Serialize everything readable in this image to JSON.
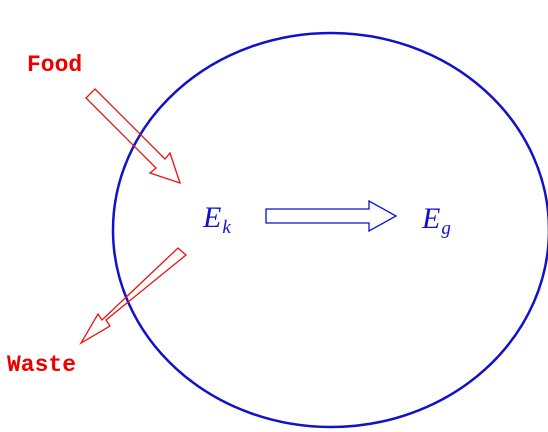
{
  "labels": {
    "food": "Food",
    "waste": "Waste",
    "ek_base": "E",
    "ek_sub": "k",
    "eg_base": "E",
    "eg_sub": "g"
  },
  "colors": {
    "circle": "#1111cc",
    "flow_arrows": "#ee1111",
    "energy_arrow": "#1111cc",
    "food_text": "#ee0000",
    "waste_text": "#ee0000",
    "math_text": "#1111cc"
  }
}
